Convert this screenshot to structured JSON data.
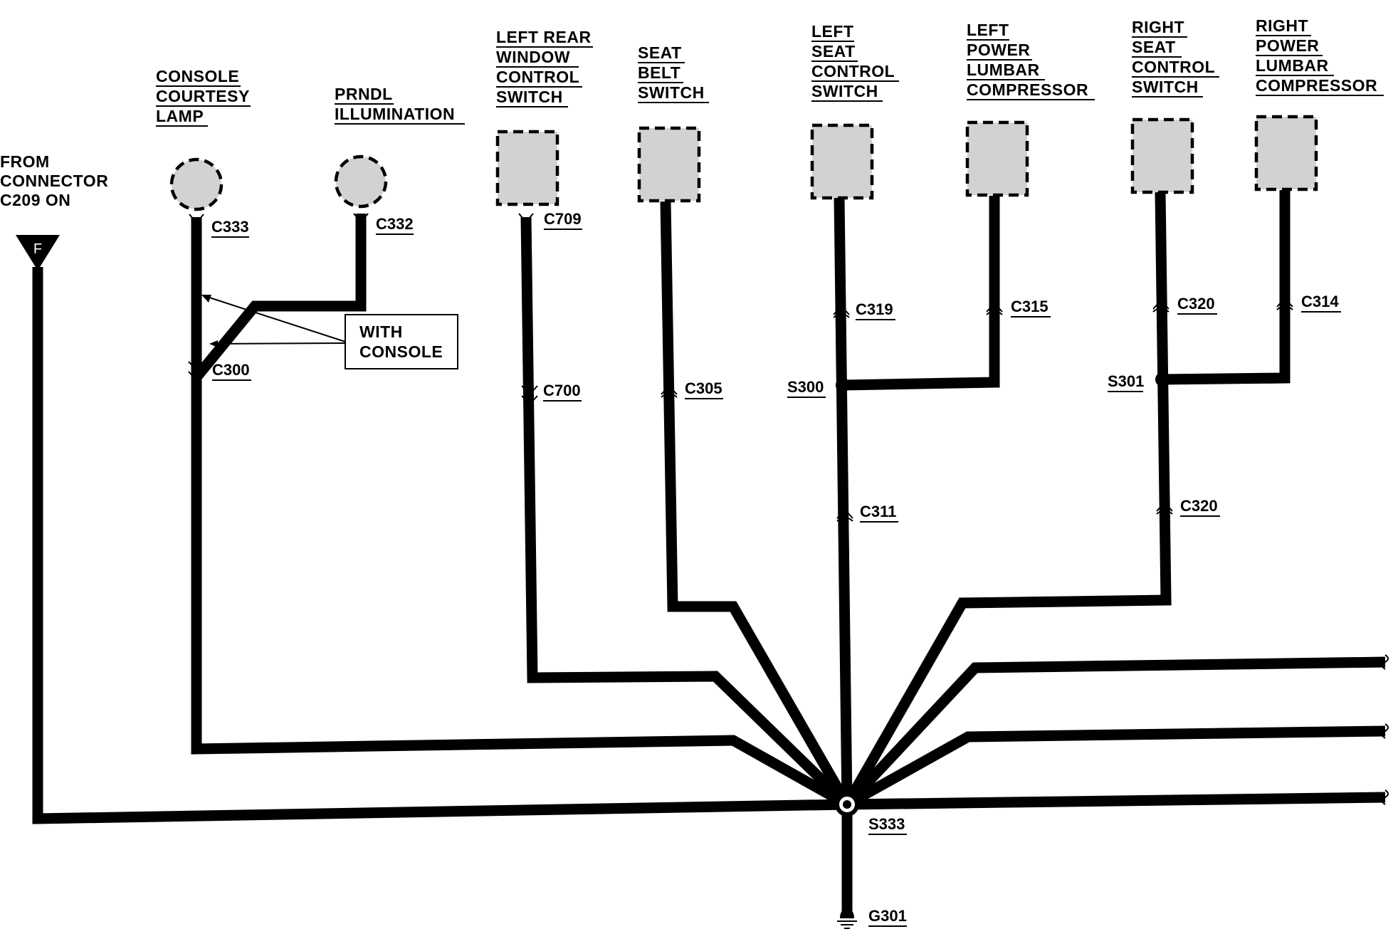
{
  "source": {
    "lines": [
      "FROM",
      "CONNECTOR",
      "C209 ON"
    ],
    "marker": "F"
  },
  "components": {
    "console_courtesy_lamp": {
      "lines": [
        "CONSOLE",
        "COURTESY",
        "LAMP"
      ],
      "connector": "C333",
      "inline": "C300"
    },
    "prndl_illumination": {
      "lines": [
        "PRNDL",
        "ILLUMINATION"
      ],
      "connector": "C332"
    },
    "left_rear_window_control_switch": {
      "lines": [
        "LEFT REAR",
        "WINDOW",
        "CONTROL",
        "SWITCH"
      ],
      "connector": "C709",
      "inline": "C700"
    },
    "seat_belt_switch": {
      "lines": [
        "SEAT",
        "BELT",
        "SWITCH"
      ],
      "inline": "C305"
    },
    "left_seat_control_switch": {
      "lines": [
        "LEFT",
        "SEAT",
        "CONTROL",
        "SWITCH"
      ],
      "inline": "C319",
      "inline2": "C311"
    },
    "left_power_lumbar_compressor": {
      "lines": [
        "LEFT",
        "POWER",
        "LUMBAR",
        "COMPRESSOR"
      ],
      "inline": "C315"
    },
    "right_seat_control_switch": {
      "lines": [
        "RIGHT",
        "SEAT",
        "CONTROL",
        "SWITCH"
      ],
      "inline": "C320",
      "inline2": "C320"
    },
    "right_power_lumbar_compressor": {
      "lines": [
        "RIGHT",
        "POWER",
        "LUMBAR",
        "COMPRESSOR"
      ],
      "inline": "C314"
    }
  },
  "note": {
    "lines": [
      "WITH",
      "CONSOLE"
    ]
  },
  "splices": {
    "s300": "S300",
    "s301": "S301",
    "s333": "S333"
  },
  "ground": "G301"
}
